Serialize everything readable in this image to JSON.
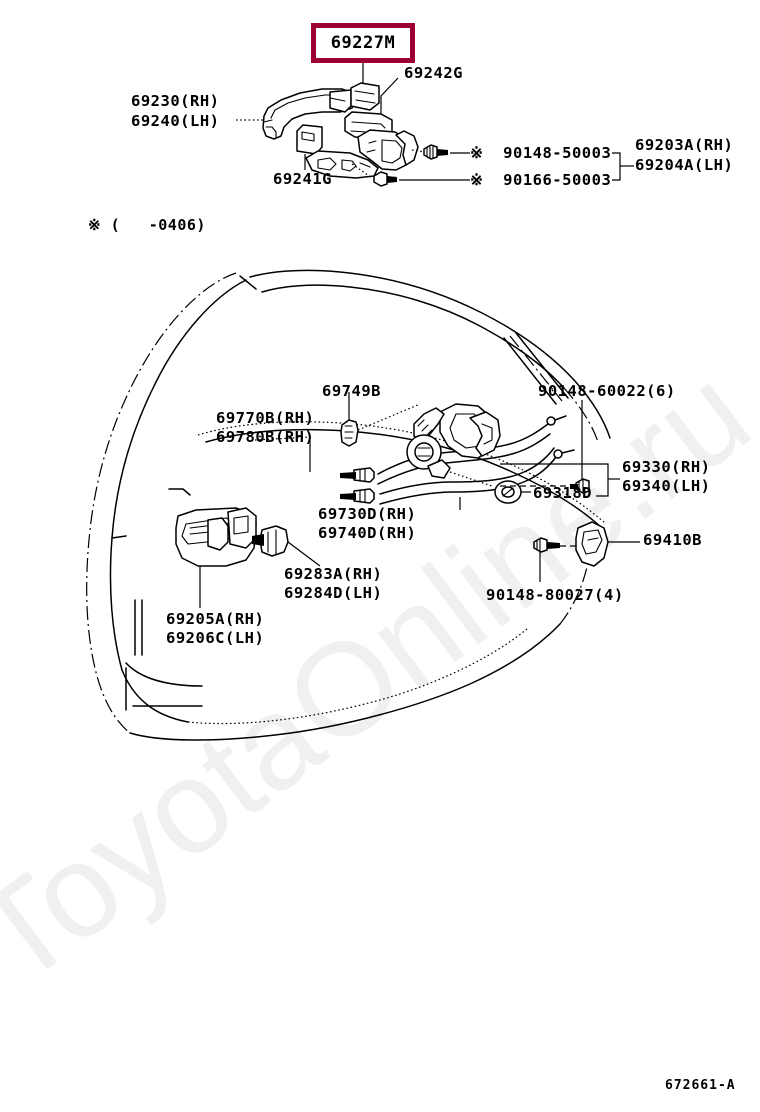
{
  "diagram": {
    "figure_code": "672661-A",
    "watermark_text": "ToyotaOnline.ru",
    "highlight_color": "#9c0033",
    "note": "※ (   -0406)",
    "highlighted_part": "69227M"
  },
  "labels": {
    "handle_outside_rh": "69230(RH)",
    "handle_outside_lh": "69240(LH)",
    "cover_69242g": "69242G",
    "frame_69241g": "69241G",
    "screw_90148_50003": "※  90148-50003",
    "screw_90166_50003": "※  90166-50003",
    "bracket_69203a_rh": "69203A(RH)",
    "bracket_69204a_lh": "69204A(LH)",
    "clip_69749b": "69749B",
    "cable_69770b_rh": "69770B(RH)",
    "cable_69780b_rh": "69780B(RH)",
    "cable_69730d_rh": "69730D(RH)",
    "cable_69740d_rh": "69740D(RH)",
    "bolt_90148_60022": "90148-60022(6)",
    "lock_69330_rh": "69330(RH)",
    "lock_69340_lh": "69340(LH)",
    "grommet_69318d": "69318D",
    "striker_69410b": "69410B",
    "screw_90148_80027": "90148-80027(4)",
    "inside_handle_69205a_rh": "69205A(RH)",
    "inside_handle_69206c_lh": "69206C(LH)",
    "knob_69283a_rh": "69283A(RH)",
    "knob_69284d_lh": "69284D(LH)"
  }
}
